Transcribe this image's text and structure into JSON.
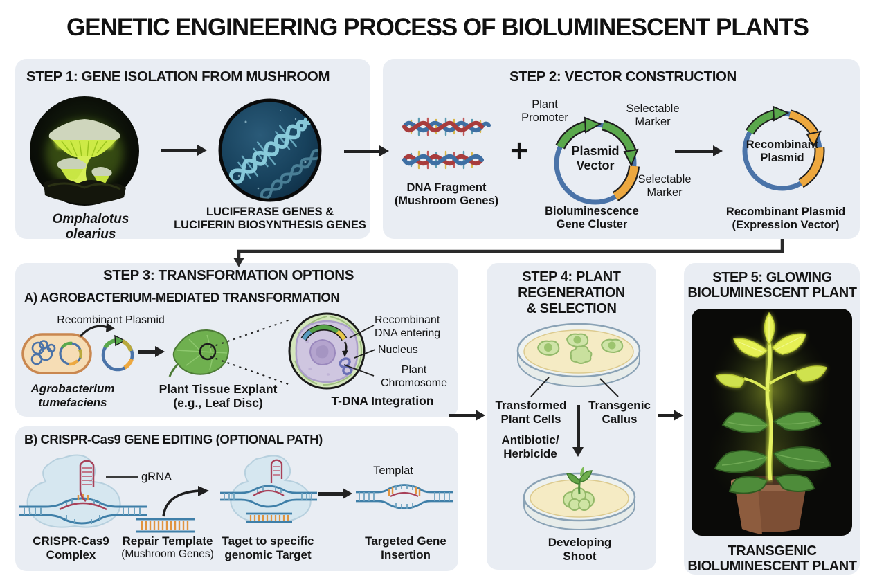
{
  "title": "GENETIC ENGINEERING PROCESS OF BIOLUMINESCENT PLANTS",
  "step1": {
    "heading": "STEP 1: GENE ISOLATION FROM MUSHROOM",
    "species": "Omphalotus olearius",
    "genes": "LUCIFERASE GENES &\nLUCIFERIN BIOSYNTHESIS GENES"
  },
  "step2": {
    "heading": "STEP 2: VECTOR CONSTRUCTION",
    "dna_fragment": "DNA Fragment\n(Mushroom Genes)",
    "plus": "+",
    "plant_promoter": "Plant\nPromoter",
    "marker_top": "Selectable\nMarker",
    "marker_right": "Selectable\nMarker",
    "plasmid_vector": "Plasmid\nVector",
    "gene_cluster": "Bioluminescence\nGene Cluster",
    "recombinant_center": "Recombinant\nPlasmid",
    "recombinant_caption": "Recombinant Plasmid\n(Expression Vector)"
  },
  "step3": {
    "heading": "STEP 3: TRANSFORMATION OPTIONS",
    "a": {
      "heading": "A) AGROBACTERIUM-MEDIATED TRANSFORMATION",
      "recombinant_plasmid": "Recombinant Plasmid",
      "agrobacterium": "Agrobacterium\ntumefaciens",
      "explant": "Plant Tissue Explant\n(e.g., Leaf Disc)",
      "dna_entering": "Recombinant\nDNA entering",
      "nucleus": "Nucleus",
      "chromosome": "Plant\nChromosome",
      "tdna": "T-DNA Integration"
    },
    "b": {
      "heading": "B) CRISPR-Cas9 GENE EDITING (OPTIONAL PATH)",
      "grna": "gRNA",
      "complex": "CRISPR-Cas9\nComplex",
      "repair": "Repair Template",
      "repair_sub": "(Mushroom Genes)",
      "target": "Taget to specific\ngenomic Target",
      "template": "Templat",
      "insertion": "Targeted Gene\nInsertion"
    }
  },
  "step4": {
    "heading": "STEP 4: PLANT\nREGENERATION\n& SELECTION",
    "transformed": "Transformed\nPlant Cells",
    "callus": "Transgenic\nCallus",
    "antibiotic": "Antibiotic/\nHerbicide",
    "shoot": "Developing\nShoot"
  },
  "step5": {
    "heading": "STEP 5: GLOWING\nBIOLUMINESCENT PLANT",
    "caption": "TRANSGENIC\nBIOLUMINESCENT PLANT"
  },
  "colors": {
    "panel_bg": "#e9edf3",
    "ink": "#151515",
    "plasmid_blue": "#4a73a8",
    "arrow_green": "#5aa84c",
    "arc_orange": "#eda83f",
    "glow_green": "#d6ef56",
    "dna_cyan": "#8ed0e0",
    "agar_cream": "#f5ebc4",
    "crispr_blue": "#d6e7f0",
    "grna_red": "#a84058"
  }
}
